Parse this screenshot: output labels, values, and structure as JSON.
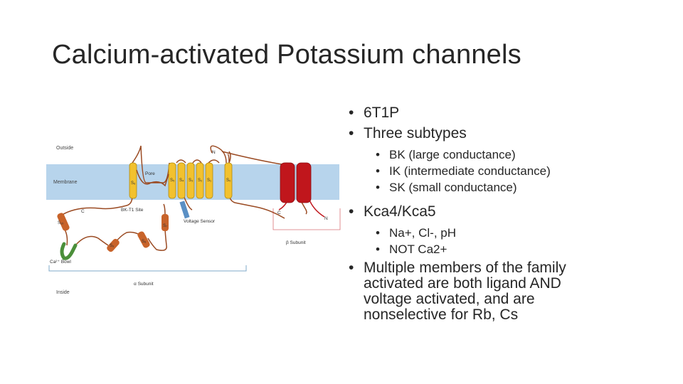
{
  "slide": {
    "title": "Calcium-activated Potassium channels"
  },
  "diagram": {
    "labels": {
      "outside": "Outside",
      "membrane": "Membrane",
      "inside": "Inside",
      "pore": "Pore",
      "bk_t1_site": "BK-T1 Site",
      "voltage_sensor": "Voltage Sensor",
      "ca_bowl": "Ca²⁺ Bowl",
      "alpha_subunit": "α Subunit",
      "beta_subunit": "β Subunit",
      "n_terminus": "N",
      "c_terminus": "C",
      "s6": "S₆",
      "s5": "S₅",
      "s4": "S₄",
      "s3": "S₃",
      "s2": "S₂",
      "s1": "S₁",
      "s0": "S₀",
      "s7": "S₇",
      "s8": "S₈",
      "s9": "S₉",
      "s10": "S₁₀"
    },
    "colors": {
      "membrane": "#b7d4ec",
      "helix_yellow": "#f2c12e",
      "helix_orange": "#c8632a",
      "helix_red": "#c0161c",
      "ca_bowl": "#4b8f3a",
      "voltage_sensor": "#5a8fc4",
      "line": "#9a4a22"
    }
  },
  "bullets": {
    "b1": "6T1P",
    "b2": "Three subtypes",
    "b2_sub": [
      "BK (large conductance)",
      "IK (intermediate conductance)",
      "SK (small conductance)"
    ],
    "b3": "Kca4/Kca5",
    "b3_sub": [
      "Na+, Cl-, pH",
      "NOT Ca2+"
    ],
    "b4_lines": [
      "Multiple members of the family",
      "activated are both ligand AND",
      "voltage activated, and are",
      "nonselective for Rb, Cs"
    ]
  }
}
